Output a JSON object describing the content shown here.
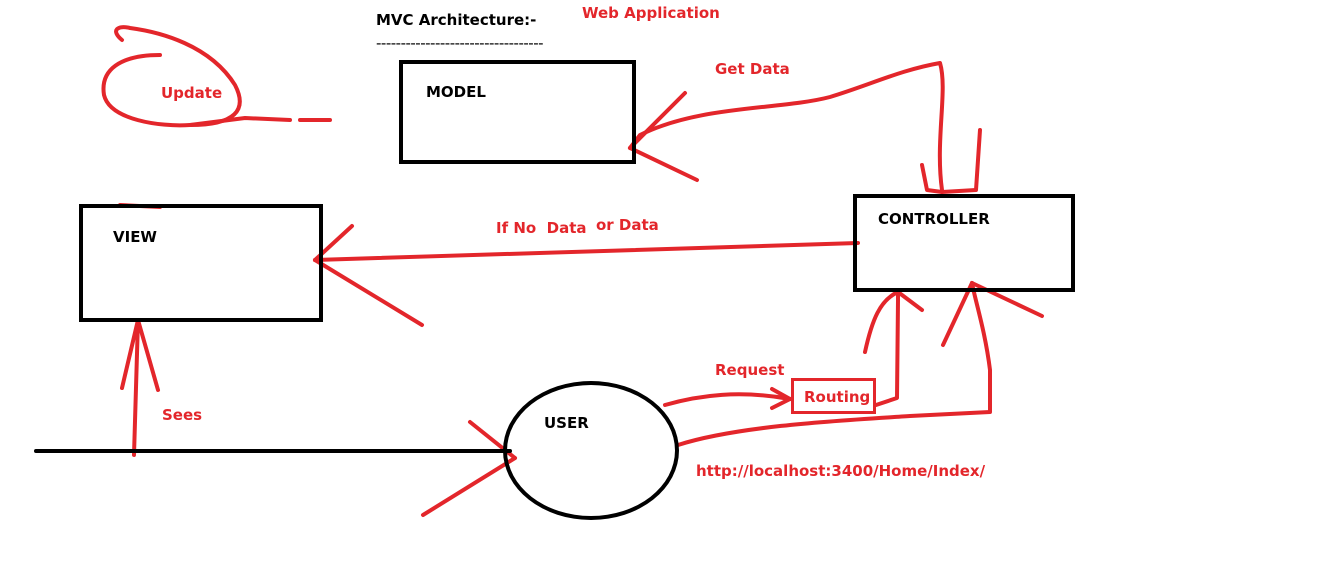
{
  "title": "MVC Architecture:-",
  "title_underline": "----------------------------------",
  "subtitle": "Web Application",
  "nodes": {
    "model": "MODEL",
    "view": "VIEW",
    "controller": "CONTROLLER",
    "user": "USER",
    "routing": "Routing"
  },
  "edges": {
    "update": "Update",
    "get_data": "Get Data",
    "if_no_data": "If No  Data",
    "or_data": "or Data",
    "request": "Request",
    "sees": "Sees",
    "url": "http://localhost:3400/Home/Index/"
  },
  "colors": {
    "ink": "#000000",
    "annotation": "#e3262b"
  }
}
